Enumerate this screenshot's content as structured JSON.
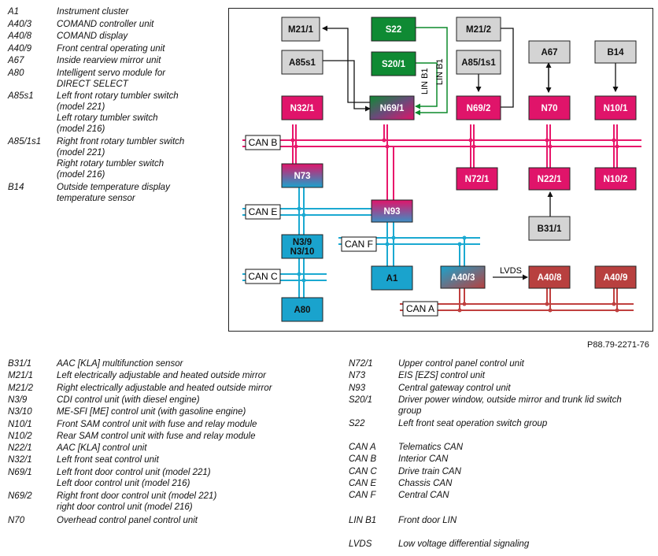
{
  "legend_top": [
    {
      "abbr": "A1",
      "desc": "Instrument cluster"
    },
    {
      "abbr": "A40/3",
      "desc": "COMAND controller unit"
    },
    {
      "abbr": "A40/8",
      "desc": "COMAND display"
    },
    {
      "abbr": "A40/9",
      "desc": "Front central operating unit"
    },
    {
      "abbr": "A67",
      "desc": "Inside rearview mirror unit"
    },
    {
      "abbr": "A80",
      "desc": "Intelligent servo module for\nDIRECT SELECT"
    },
    {
      "abbr": "A85s1",
      "desc": "Left front rotary tumbler switch\n(model 221)\nLeft rotary tumbler switch\n(model 216)"
    },
    {
      "abbr": "A85/1s1",
      "desc": "Right front rotary tumbler switch\n(model 221)\nRight rotary tumbler switch\n(model 216)"
    },
    {
      "abbr": "B14",
      "desc": "Outside temperature display\ntemperature sensor"
    }
  ],
  "legend_bottom_left": [
    {
      "abbr": "B31/1",
      "desc": "AAC [KLA] multifunction sensor"
    },
    {
      "abbr": "M21/1",
      "desc": "Left electrically adjustable and heated outside mirror"
    },
    {
      "abbr": "M21/2",
      "desc": "Right electrically adjustable and heated outside mirror"
    },
    {
      "abbr": "N3/9",
      "desc": "CDI control unit (with diesel engine)"
    },
    {
      "abbr": "N3/10",
      "desc": "ME-SFI [ME] control unit (with gasoline engine)"
    },
    {
      "abbr": "N10/1",
      "desc": "Front SAM control unit with fuse and relay module"
    },
    {
      "abbr": "N10/2",
      "desc": "Rear SAM control unit with fuse and relay module"
    },
    {
      "abbr": "N22/1",
      "desc": "AAC [KLA] control unit"
    },
    {
      "abbr": "N32/1",
      "desc": "Left front seat control unit"
    },
    {
      "abbr": "N69/1",
      "desc": "Left front door control unit (model 221)\nLeft door control unit (model 216)"
    },
    {
      "abbr": "N69/2",
      "desc": "Right front door control unit (model 221)\nright door control unit (model 216)"
    },
    {
      "abbr": "N70",
      "desc": "Overhead control panel control unit"
    }
  ],
  "legend_bottom_right": [
    {
      "abbr": "N72/1",
      "desc": "Upper control panel control unit"
    },
    {
      "abbr": "N73",
      "desc": "EIS [EZS] control unit"
    },
    {
      "abbr": "N93",
      "desc": "Central gateway control unit"
    },
    {
      "abbr": "S20/1",
      "desc": "Driver power window, outside mirror and trunk lid switch\ngroup"
    },
    {
      "abbr": "S22",
      "desc": "Left front seat operation switch group"
    },
    {
      "abbr": "CAN A",
      "desc": "Telematics CAN"
    },
    {
      "abbr": "CAN B",
      "desc": "Interior CAN"
    },
    {
      "abbr": "CAN C",
      "desc": "Drive train CAN"
    },
    {
      "abbr": "CAN E",
      "desc": "Chassis CAN"
    },
    {
      "abbr": "CAN F",
      "desc": "Central CAN"
    },
    {
      "abbr": "LIN B1",
      "desc": "Front door LIN"
    },
    {
      "abbr": "LVDS",
      "desc": "Low voltage differential signaling"
    }
  ],
  "diagram": {
    "reference": "P88.79-2271-76",
    "colors": {
      "can_b": "#e8176b",
      "can_e": "#1ba9d1",
      "can_c": "#1ba9d1",
      "can_f": "#1ba9d1",
      "can_a": "#c0403f",
      "lin": "#0d8a2c",
      "gray_box": "#d4d4d4",
      "magenta_box": "#e0146a",
      "blue_box": "#1aa3cd",
      "green_box": "#0f8a33",
      "red_box": "#b8403f"
    },
    "buses": {
      "can_b": "CAN B",
      "can_e": "CAN E",
      "can_f": "CAN F",
      "can_c": "CAN C",
      "can_a": "CAN A"
    },
    "link_labels": {
      "lin_left": "LIN B1",
      "lin_right": "LIN B1",
      "lvds": "LVDS"
    },
    "nodes": {
      "m21_1": "M21/1",
      "s22": "S22",
      "m21_2": "M21/2",
      "a85s1": "A85s1",
      "s20_1": "S20/1",
      "a85_1s1": "A85/1s1",
      "a67": "A67",
      "b14": "B14",
      "n32_1": "N32/1",
      "n69_1": "N69/1",
      "n69_2": "N69/2",
      "n70": "N70",
      "n10_1": "N10/1",
      "n73": "N73",
      "n72_1": "N72/1",
      "n22_1": "N22/1",
      "n10_2": "N10/2",
      "n93": "N93",
      "b31_1": "B31/1",
      "n3_9": "N3/9",
      "n3_10": "N3/10",
      "a1": "A1",
      "a40_3": "A40/3",
      "a40_8": "A40/8",
      "a40_9": "A40/9",
      "a80": "A80"
    }
  }
}
